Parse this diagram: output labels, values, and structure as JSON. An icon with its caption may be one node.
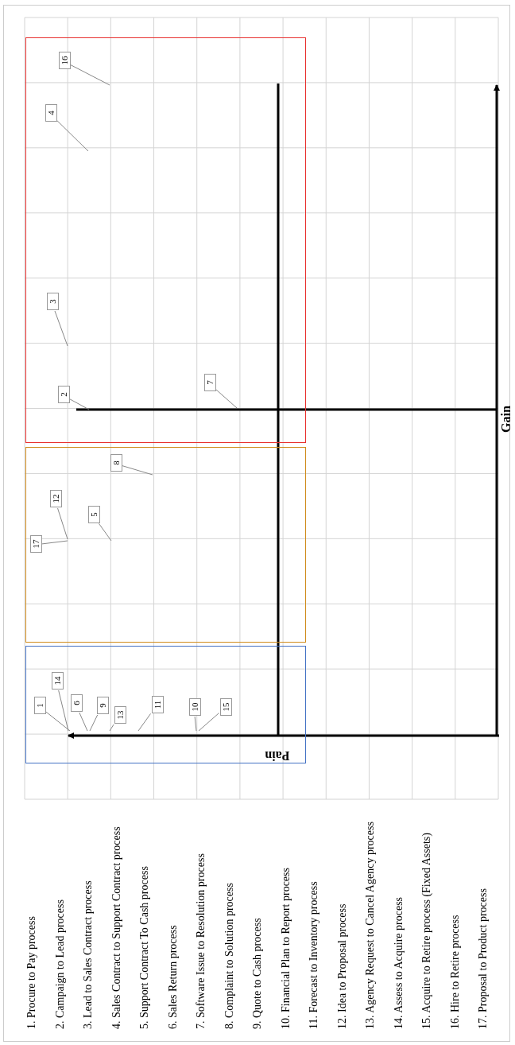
{
  "diagram": {
    "nodes": [
      {
        "text": [],
        "shape": "box"
      },
      {
        "text": [
          "1"
        ],
        "in": 0
      },
      {
        "text": [
          "14"
        ],
        "in": 0
      },
      {
        "text": [
          "6"
        ],
        "in": 0
      },
      {
        "text": [
          "9"
        ],
        "in": 0
      },
      {
        "text": [
          "13"
        ],
        "in": 0
      },
      {
        "text": [
          "11"
        ],
        "in": 0
      },
      {
        "text": [
          "10"
        ],
        "in": 0
      },
      {
        "text": [
          "15"
        ],
        "in": 0
      },
      {
        "text": [],
        "shape": "box"
      },
      {
        "text": [
          "17"
        ],
        "in": 9
      },
      {
        "text": [
          "12"
        ],
        "in": 9
      },
      {
        "text": [
          "5"
        ],
        "in": 9
      },
      {
        "text": [
          "8"
        ],
        "in": 9
      },
      {
        "text": [],
        "shape": "box"
      },
      {
        "text": [
          "2"
        ],
        "in": 14
      },
      {
        "text": [
          "7"
        ],
        "in": 14
      },
      {
        "text": [
          "3"
        ],
        "in": 14
      },
      {
        "text": [
          "4"
        ],
        "in": 14
      },
      {
        "text": [
          "16"
        ],
        "in": 14
      }
    ],
    "edges": [
      {
        "from": 1,
        "to": null,
        "arrow": "none"
      },
      {
        "from": 2,
        "to": null,
        "arrow": "none"
      },
      {
        "from": 3,
        "to": null,
        "arrow": "none"
      },
      {
        "from": 4,
        "to": null,
        "arrow": "none"
      },
      {
        "from": 5,
        "to": null,
        "arrow": "none"
      },
      {
        "from": 6,
        "to": null,
        "arrow": "none"
      },
      {
        "from": 7,
        "to": null,
        "arrow": "none"
      },
      {
        "from": 8,
        "to": null,
        "arrow": "none"
      },
      {
        "from": 10,
        "to": null,
        "arrow": "none"
      },
      {
        "from": 11,
        "to": null,
        "arrow": "none"
      },
      {
        "from": 12,
        "to": null,
        "arrow": "none"
      },
      {
        "from": 13,
        "to": null,
        "arrow": "none"
      },
      {
        "from": 15,
        "to": null,
        "arrow": "none"
      },
      {
        "from": 16,
        "to": null,
        "arrow": "none"
      },
      {
        "from": 17,
        "to": null,
        "arrow": "none"
      },
      {
        "from": 18,
        "to": null,
        "arrow": "none"
      },
      {
        "from": 19,
        "to": null,
        "arrow": "none"
      }
    ],
    "labels": [
      "1. Procure to Pay process",
      "2. Campaign to Lead process",
      "3. Lead to Sales Contract process",
      "4. Sales Contract to Support Contract process",
      "5. Support Contract To Cash process",
      "6. Sales Return process",
      "7. Software Issue to Resolution process",
      "8. Complaint to Solution process",
      "9. Quote to Cash process",
      "10. Financial Plan to Report process",
      "11. Forecast to Inventory process",
      "12. Idea to Proposal process",
      "13. Agency Request to Cancel Agency process",
      "14. Assess to Acquire process",
      "15. Acquire to Retire process (Fixed Assets)",
      "16. Hire to Retire process",
      "17. Proposal to Product process",
      "Pain",
      "Gain"
    ]
  }
}
